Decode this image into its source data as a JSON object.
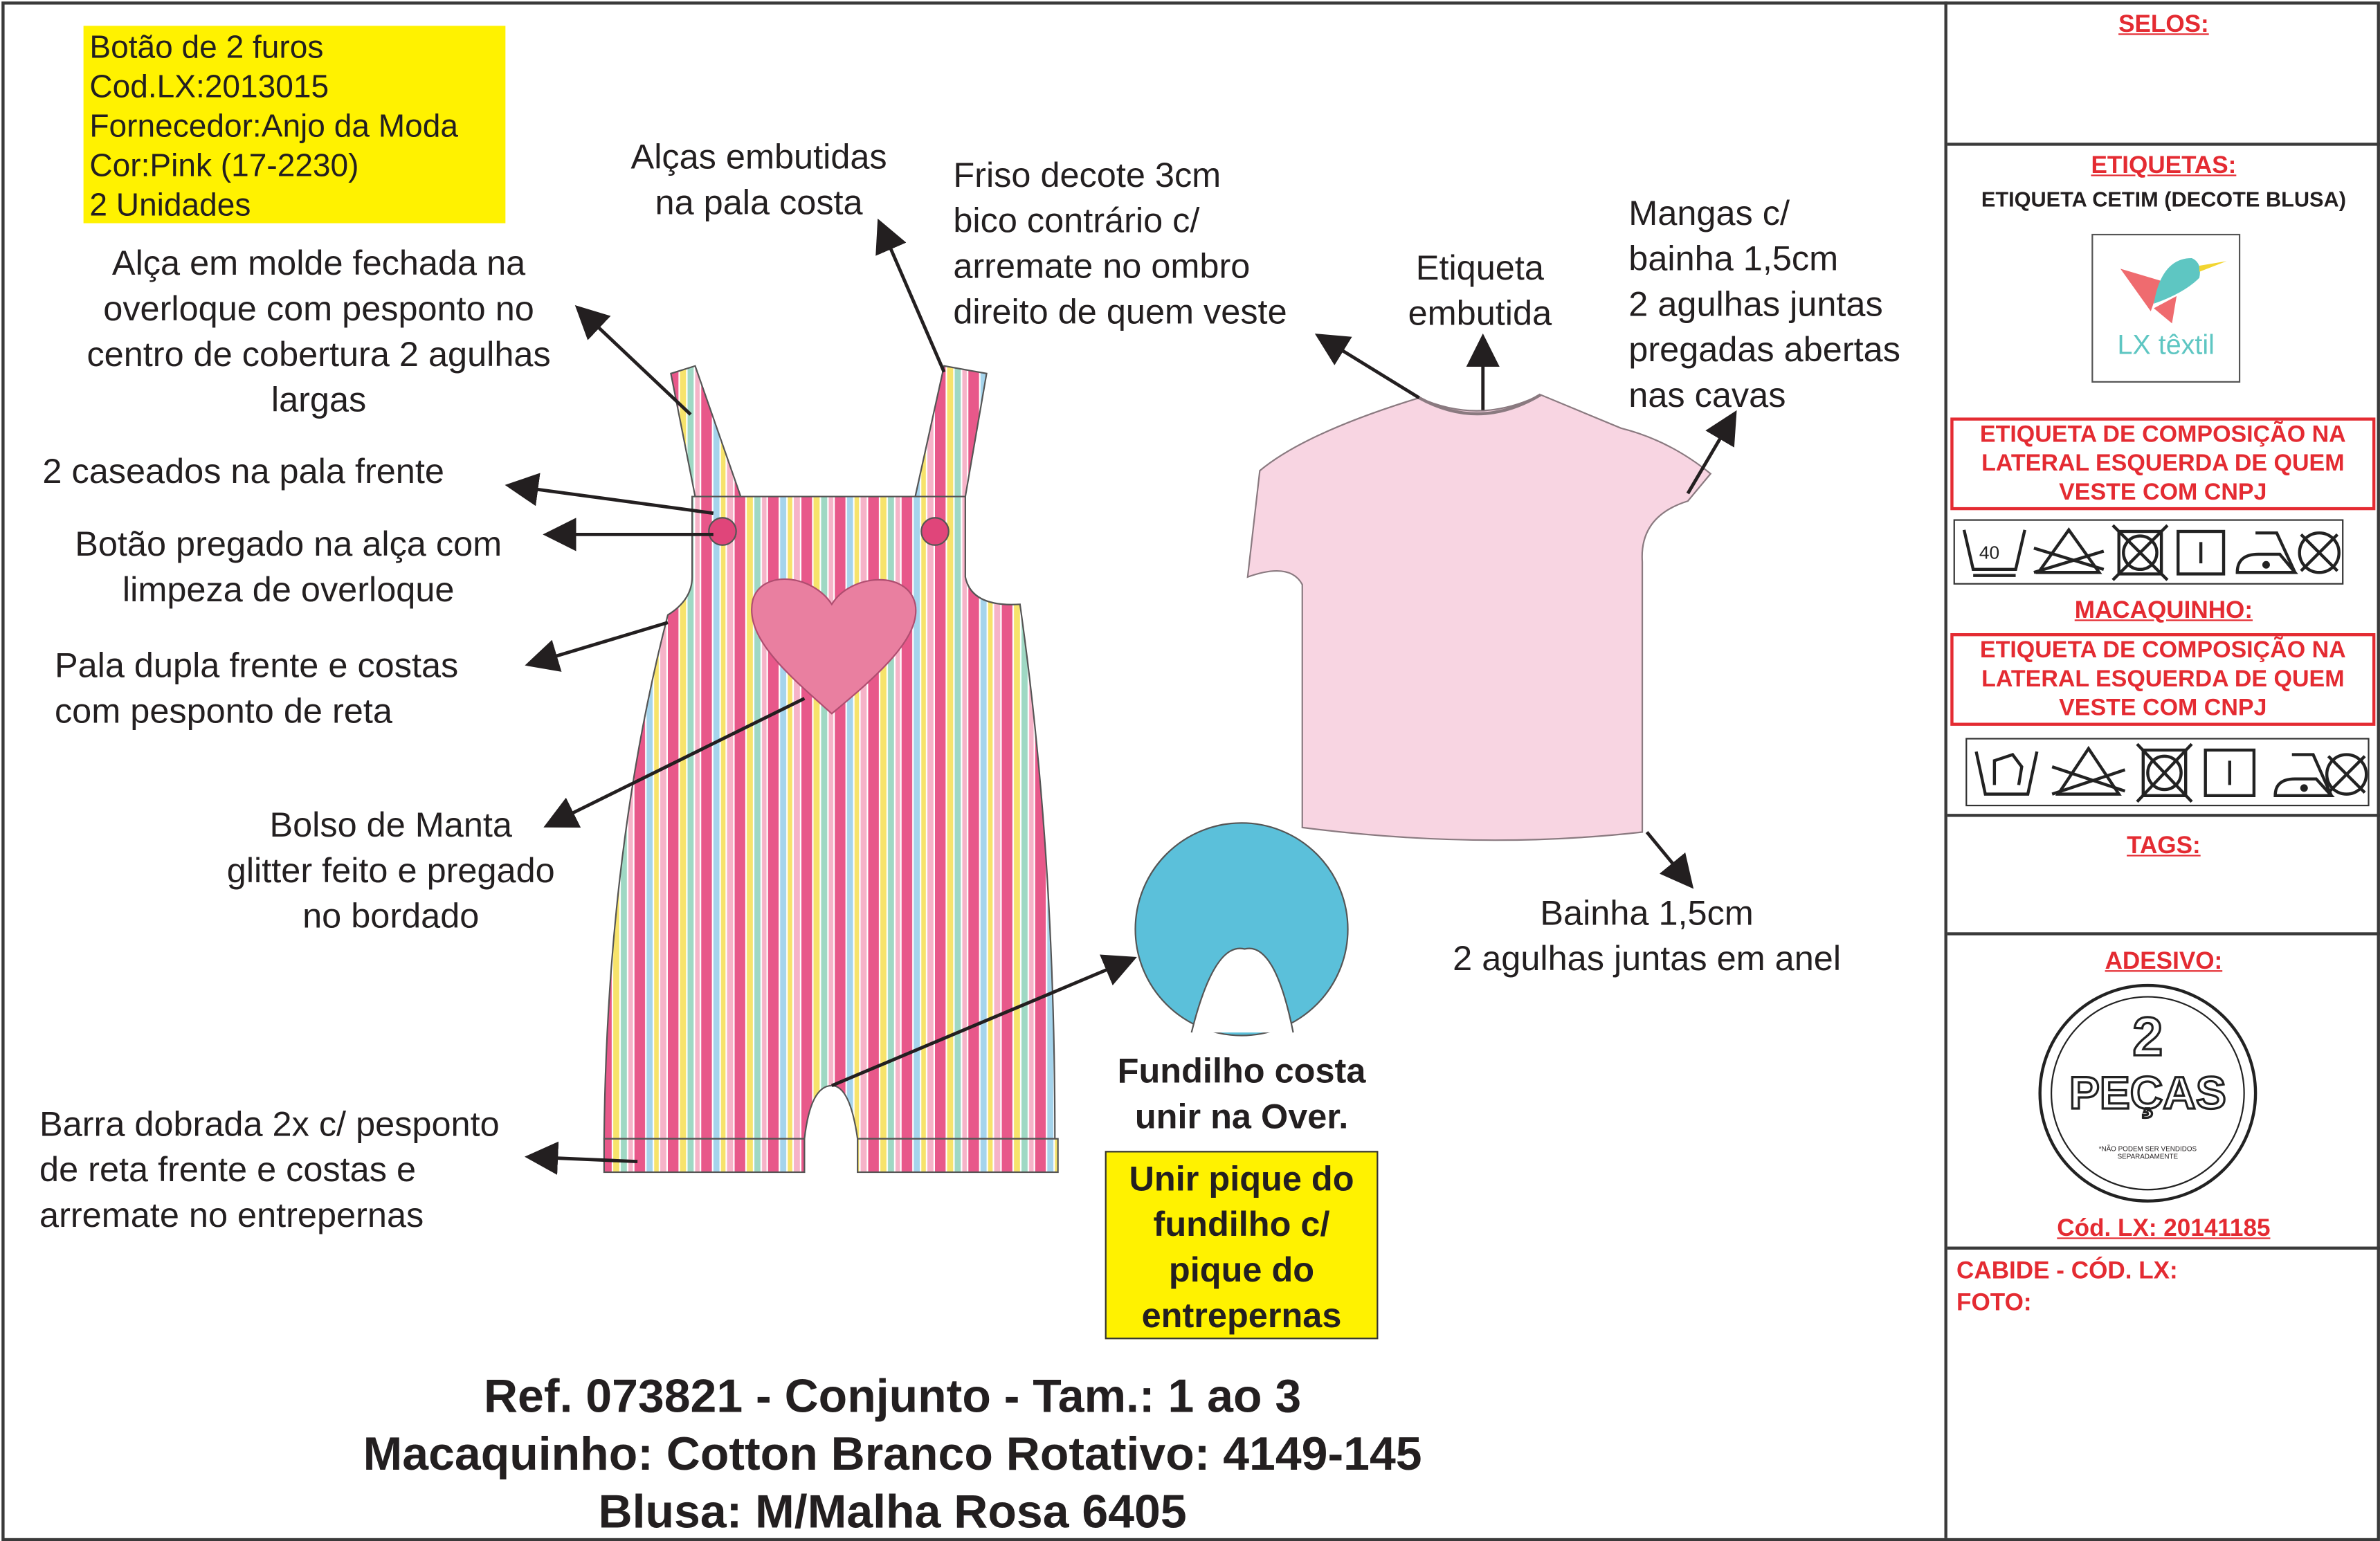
{
  "trim_note": [
    "Botão de 2 furos",
    "Cod.LX:2013015",
    "Fornecedor:Anjo da Moda",
    "Cor:Pink (17-2230)",
    "2 Unidades"
  ],
  "annotations": {
    "alca_molde": [
      "Alça em molde fechada na",
      "overloque com pesponto no",
      "centro de cobertura 2 agulhas",
      "largas"
    ],
    "alcas_embutidas": [
      "Alças embutidas",
      "na pala costa"
    ],
    "friso_decote": [
      "Friso decote 3cm",
      "bico contrário c/",
      "arremate no ombro",
      "direito de quem veste"
    ],
    "etiqueta_embutida": [
      "Etiqueta",
      "embutida"
    ],
    "mangas": [
      "Mangas c/",
      "bainha 1,5cm",
      "2 agulhas juntas",
      "pregadas abertas",
      "nas cavas"
    ],
    "caseados": "2 caseados na pala frente",
    "botao": [
      "Botão pregado na alça com",
      "limpeza de overloque"
    ],
    "pala": [
      "Pala dupla frente e costas",
      "com pesponto de reta"
    ],
    "bolso": [
      "Bolso de Manta",
      "glitter feito e pregado",
      "no bordado"
    ],
    "bainha": [
      "Bainha 1,5cm",
      "2 agulhas juntas em anel"
    ],
    "fundilho": [
      "Fundilho costa",
      "unir na Over."
    ],
    "pique": [
      "Unir pique do",
      "fundilho c/",
      "pique do",
      "entrepernas"
    ],
    "barra": [
      "Barra dobrada 2x c/ pesponto",
      "de reta frente e costas e",
      "arremate no entrepernas"
    ]
  },
  "footer": [
    "Ref. 073821 - Conjunto - Tam.: 1 ao 3",
    "Macaquinho: Cotton Branco Rotativo: 4149-145",
    "Blusa: M/Malha Rosa 6405"
  ],
  "panel": {
    "selos": "SELOS:",
    "etiquetas": "ETIQUETAS:",
    "etiqueta_cetim": "ETIQUETA CETIM (DECOTE BLUSA)",
    "logo_text": "LX têxtil",
    "composicao_1": [
      "ETIQUETA DE COMPOSIÇÃO NA",
      "LATERAL ESQUERDA DE QUEM",
      "VESTE COM CNPJ"
    ],
    "wash_temp": "40",
    "macaquinho": "MACAQUINHO:",
    "composicao_2": [
      "ETIQUETA DE COMPOSIÇÃO NA",
      "LATERAL ESQUERDA DE QUEM",
      "VESTE COM CNPJ"
    ],
    "tags": "TAGS:",
    "adesivo": "ADESIVO:",
    "sticker": {
      "number": "2",
      "word": "PEÇAS",
      "note": "*NÃO PODEM SER VENDIDOS SEPARADAMENTE"
    },
    "cod_lx": "Cód. LX: 20141185",
    "cabide": "CABIDE - CÓD. LX:",
    "foto": "FOTO:"
  },
  "colors": {
    "yellow": "#fff200",
    "red": "#e42b32",
    "shirt": "#f8d5e2",
    "fundilho": "#5bc0da",
    "heart": "#e97fa0"
  }
}
